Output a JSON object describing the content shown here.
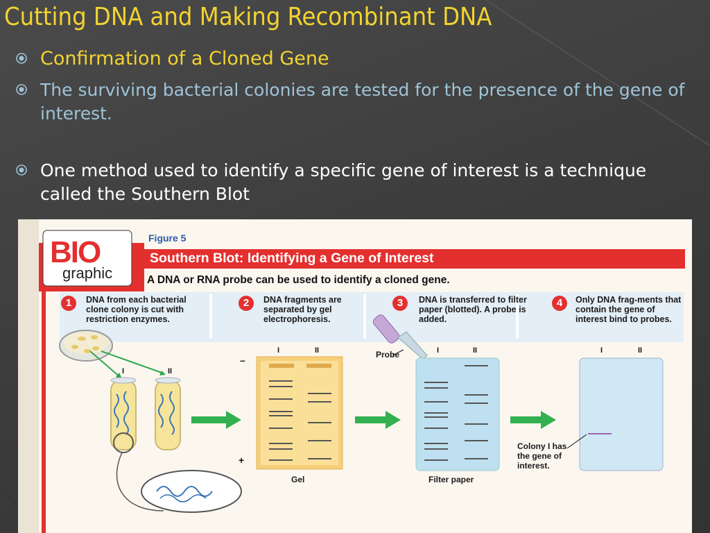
{
  "slide": {
    "title": "Cutting DNA and Making Recombinant DNA",
    "bullets": [
      {
        "text": "Confirmation of a Cloned Gene"
      },
      {
        "text": "The surviving bacterial colonies are tested for the presence of the gene of interest."
      },
      {
        "text": "One method used to identify a specific gene of interest is a technique called the Southern Blot"
      }
    ],
    "colors": {
      "title": "#f2d330",
      "accent_text": "#9fc3d8",
      "background": "#3f3f3f"
    }
  },
  "figure": {
    "badge_bio": "BIO",
    "badge_graphic": "graphic",
    "number": "Figure 5",
    "title": "Southern Blot: Identifying a Gene of Interest",
    "subtitle": "A DNA or RNA probe can be used to identify a cloned gene.",
    "steps": [
      {
        "num": "1",
        "text": "DNA from each bacterial clone colony is cut with restriction enzymes."
      },
      {
        "num": "2",
        "text": "DNA fragments are separated by gel electrophoresis."
      },
      {
        "num": "3",
        "text": "DNA is transferred to filter paper (blotted). A probe is added."
      },
      {
        "num": "4",
        "text": "Only DNA frag-ments that contain the gene of interest bind to probes."
      }
    ],
    "labels": {
      "lane_i": "I",
      "lane_ii": "II",
      "minus": "–",
      "plus": "+",
      "gel": "Gel",
      "probe": "Probe",
      "filter_paper": "Filter paper",
      "colony_note": "Colony I has the gene of interest."
    }
  }
}
